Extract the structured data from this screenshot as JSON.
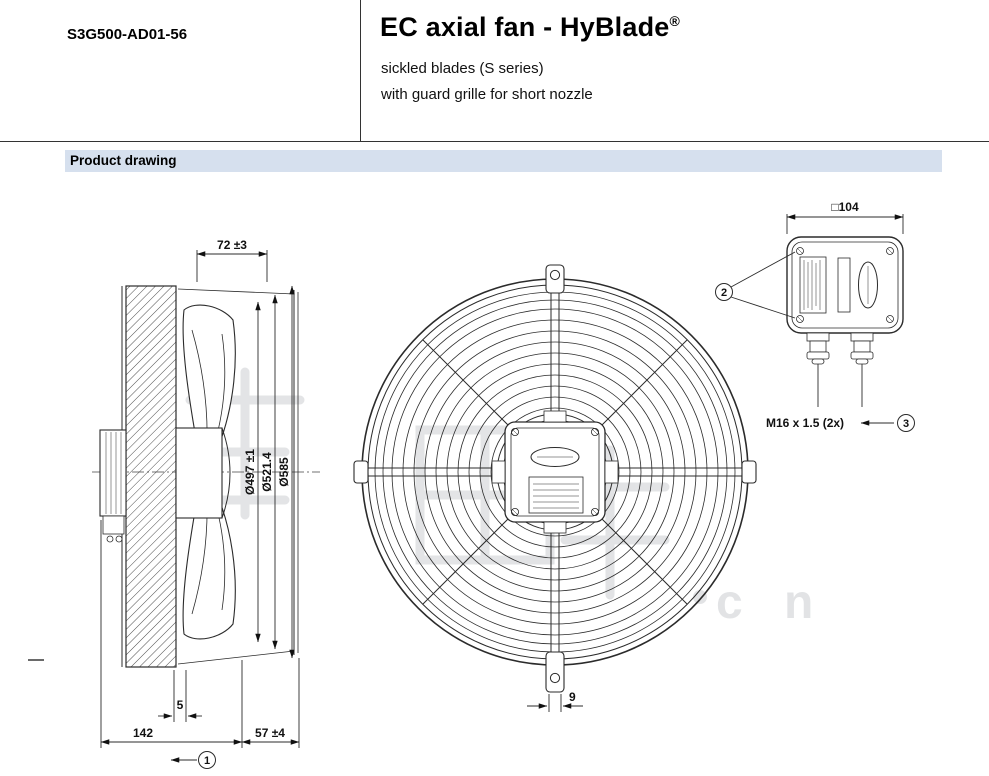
{
  "header": {
    "part_number": "S3G500-AD01-56",
    "title": "EC axial fan - HyBlade",
    "registered_mark": "®",
    "subtitle_1": "sickled blades (S series)",
    "subtitle_2": "with guard grille for short nozzle"
  },
  "section": {
    "title": "Product drawing"
  },
  "dimensions": {
    "side_view": {
      "depth": "72 ±3",
      "dia_impeller": "Ø497 ±1",
      "dia_nozzle": "Ø521.4",
      "dia_grille": "Ø585",
      "overall_length": "142",
      "gap": "5",
      "grille_depth": "57 ±4"
    },
    "front_view": {
      "lug_hole": "9"
    },
    "terminal_box": {
      "box_size": "□104",
      "cable_gland_thread": "M16 x 1.5 (2x)"
    },
    "callouts": {
      "c1": "1",
      "c2": "2",
      "c3": "3"
    }
  },
  "watermark": {
    "fragment": "c n"
  }
}
